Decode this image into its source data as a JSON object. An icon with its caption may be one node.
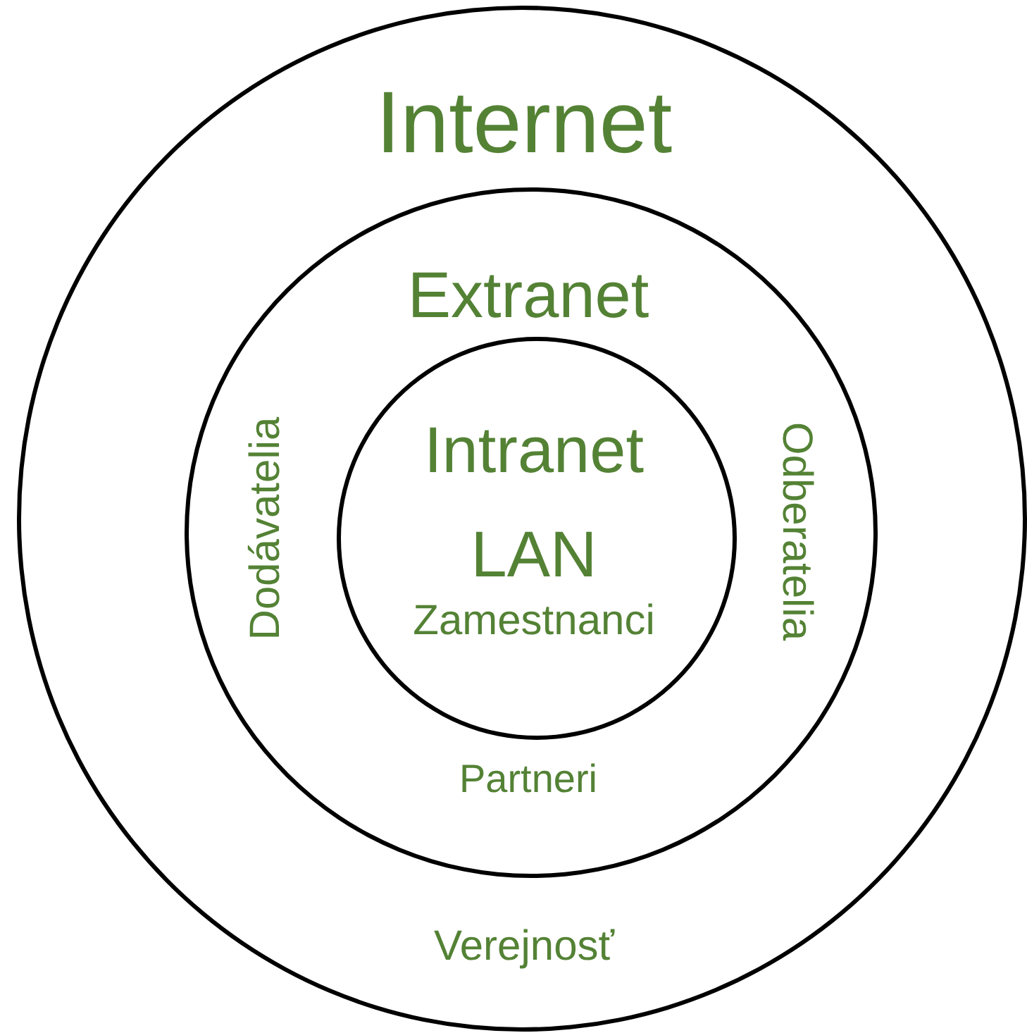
{
  "diagram": {
    "nodes": [
      {
        "text": [
          "Internet",
          "Verejnosť"
        ]
      },
      {
        "text": [
          "Extranet",
          "Dodávatelia",
          "Odberatelia",
          "Partneri"
        ],
        "in": 0
      },
      {
        "text": [
          "Intranet",
          "LAN",
          "Zamestnanci"
        ],
        "in": 1
      }
    ]
  }
}
